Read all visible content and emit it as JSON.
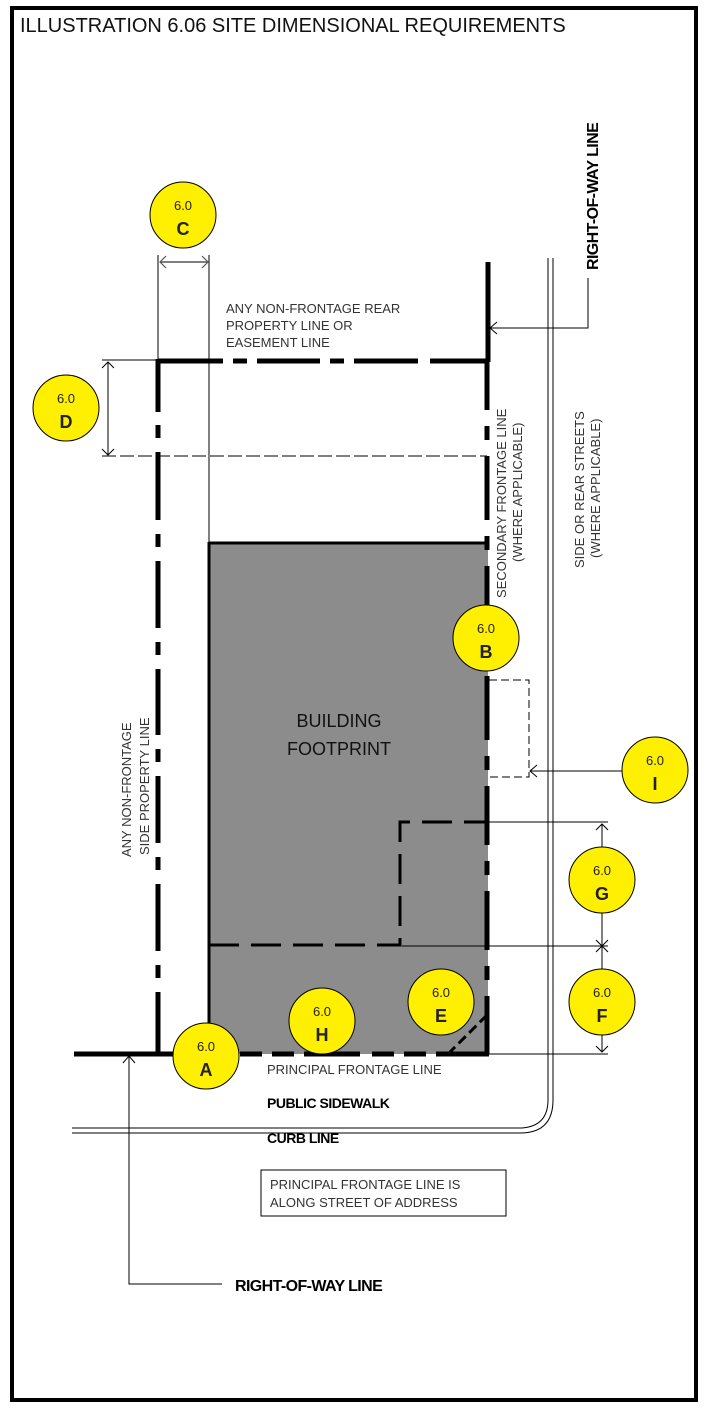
{
  "title": "ILLUSTRATION 6.06 SITE DIMENSIONAL REQUIREMENTS",
  "colors": {
    "building_fill": "#8c8c8c",
    "badge_fill": "#ffef00",
    "line": "#000000",
    "label_text": "#333333"
  },
  "labels": {
    "rear_line": [
      "ANY NON-FRONTAGE REAR",
      "PROPERTY LINE OR",
      "EASEMENT LINE"
    ],
    "side_line": [
      "ANY NON-FRONTAGE",
      "SIDE PROPERTY LINE"
    ],
    "secondary_frontage": [
      "SECONDARY FRONTAGE LINE",
      "(WHERE APPLICABLE)"
    ],
    "side_rear_streets": [
      "SIDE OR REAR STREETS",
      "(WHERE APPLICABLE)"
    ],
    "building_footprint": [
      "BUILDING",
      "FOOTPRINT"
    ],
    "principal_frontage": "PRINCIPAL FRONTAGE LINE",
    "public_sidewalk": "PUBLIC SIDEWALK",
    "curb_line": "CURB LINE",
    "note_box": [
      "PRINCIPAL FRONTAGE LINE IS",
      "ALONG STREET OF ADDRESS"
    ],
    "row_top": "RIGHT-OF-WAY LINE",
    "row_bottom": "RIGHT-OF-WAY LINE"
  },
  "badges": [
    {
      "id": "A",
      "section": "6.0"
    },
    {
      "id": "B",
      "section": "6.0"
    },
    {
      "id": "C",
      "section": "6.0"
    },
    {
      "id": "D",
      "section": "6.0"
    },
    {
      "id": "E",
      "section": "6.0"
    },
    {
      "id": "F",
      "section": "6.0"
    },
    {
      "id": "G",
      "section": "6.0"
    },
    {
      "id": "H",
      "section": "6.0"
    },
    {
      "id": "I",
      "section": "6.0"
    }
  ]
}
